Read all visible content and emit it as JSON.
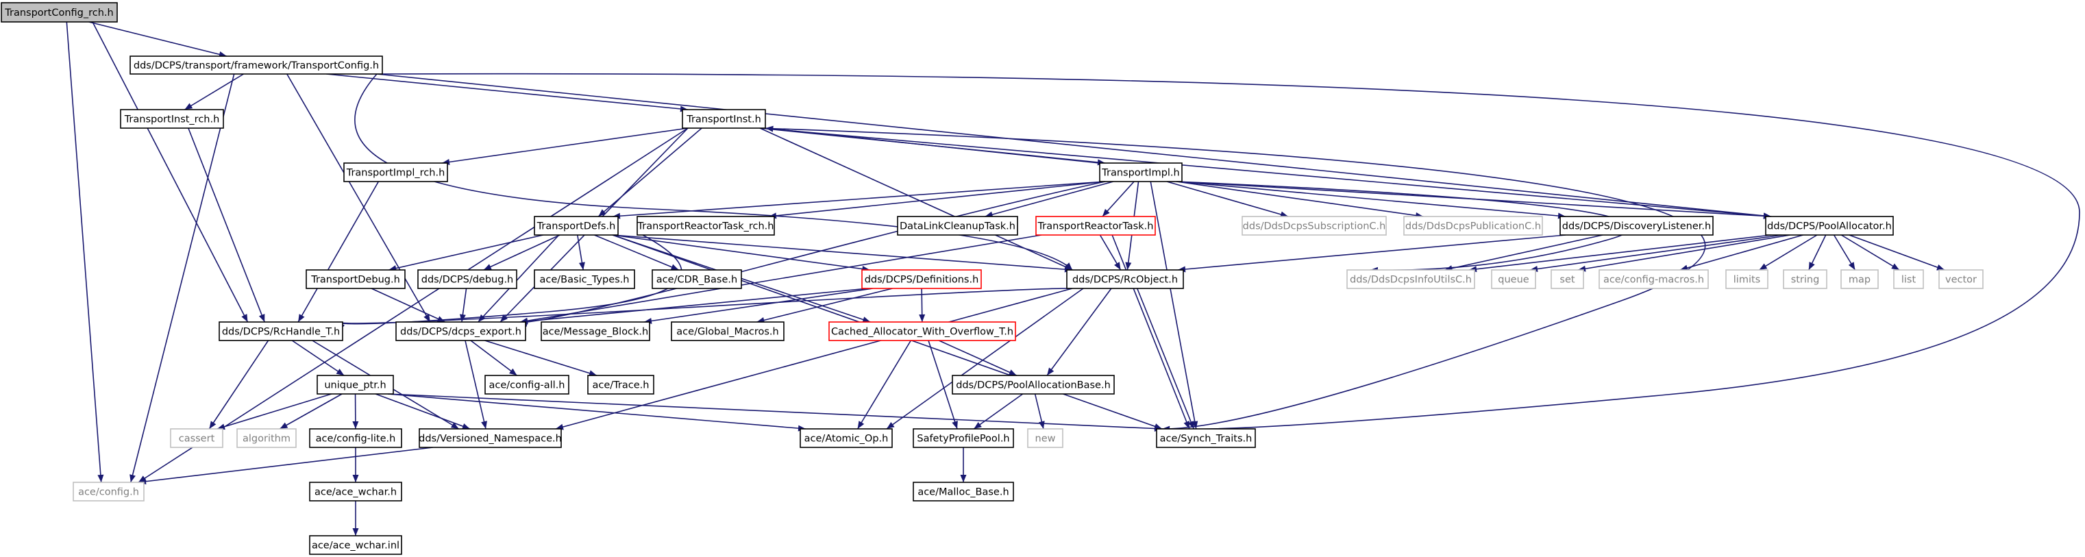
{
  "colors": {
    "edge": "#191970",
    "root_fill": "#bfbfbf",
    "missing_border": "#bfbfbf",
    "truncated_border": "#ff0000"
  },
  "nodes": {
    "transportconfig_rch": "TransportConfig_rch.h",
    "transportconfig": "dds/DCPS/transport/framework/TransportConfig.h",
    "transportinst_rch": "TransportInst_rch.h",
    "transportinst": "TransportInst.h",
    "transportimpl_rch": "TransportImpl_rch.h",
    "transportimpl": "TransportImpl.h",
    "transportdefs": "TransportDefs.h",
    "transportreactortask_rch": "TransportReactorTask_rch.h",
    "datalinkcleanuptask": "DataLinkCleanupTask.h",
    "transportreactortask": "TransportReactorTask.h",
    "ddsdcpssubscriptionc": "dds/DdsDcpsSubscriptionC.h",
    "ddsdcpspublicationc": "dds/DdsDcpsPublicationC.h",
    "discoverylistener": "dds/DCPS/DiscoveryListener.h",
    "poolallocator": "dds/DCPS/PoolAllocator.h",
    "transportdebug": "TransportDebug.h",
    "dcps_debug": "dds/DCPS/debug.h",
    "basic_types": "ace/Basic_Types.h",
    "cdr_base": "ace/CDR_Base.h",
    "definitions": "dds/DCPS/Definitions.h",
    "rcobject": "dds/DCPS/RcObject.h",
    "ddsdcpsinfoutilsc": "dds/DdsDcpsInfoUtilsC.h",
    "queue": "queue",
    "set": "set",
    "config_macros": "ace/config-macros.h",
    "limits": "limits",
    "string": "string",
    "map": "map",
    "list": "list",
    "vector": "vector",
    "rchandle_t": "dds/DCPS/RcHandle_T.h",
    "dcps_export": "dds/DCPS/dcps_export.h",
    "message_block": "ace/Message_Block.h",
    "global_macros": "ace/Global_Macros.h",
    "cached_allocator": "Cached_Allocator_With_Overflow_T.h",
    "unique_ptr": "unique_ptr.h",
    "config_all": "ace/config-all.h",
    "ace_trace": "ace/Trace.h",
    "poolallocationbase": "dds/DCPS/PoolAllocationBase.h",
    "cassert": "cassert",
    "algorithm": "algorithm",
    "config_lite": "ace/config-lite.h",
    "versioned_namespace": "dds/Versioned_Namespace.h",
    "atomic_op": "ace/Atomic_Op.h",
    "safetyprofilepool": "SafetyProfilePool.h",
    "new": "new",
    "synch_traits": "ace/Synch_Traits.h",
    "ace_config": "ace/config.h",
    "ace_wchar": "ace/ace_wchar.h",
    "malloc_base": "ace/Malloc_Base.h",
    "ace_wchar_inl": "ace/ace_wchar.inl"
  }
}
